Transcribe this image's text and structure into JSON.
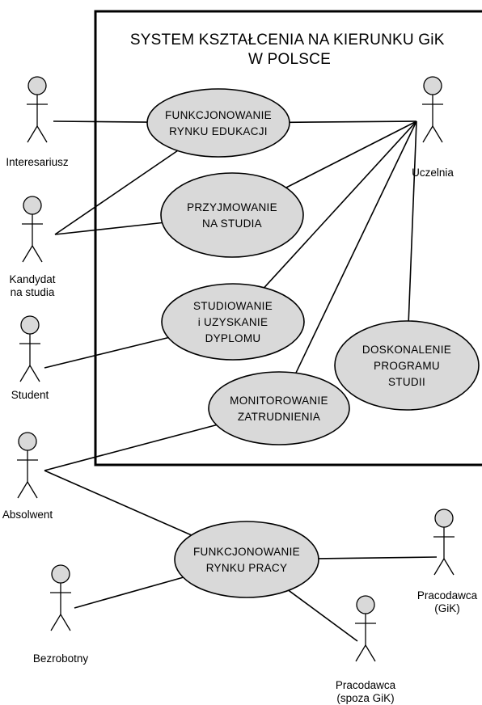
{
  "system": {
    "title_lines": [
      "SYSTEM KSZTAŁCENIA NA KIERUNKU GiK",
      "W POLSCE"
    ]
  },
  "use_cases": [
    {
      "id": "rynek_edukacji",
      "lines": [
        "FUNKCJONOWANIE",
        "RYNKU EDUKACJI"
      ]
    },
    {
      "id": "przyjmowanie",
      "lines": [
        "PRZYJMOWANIE",
        "NA STUDIA"
      ]
    },
    {
      "id": "studiowanie",
      "lines": [
        "STUDIOWANIE",
        "i UZYSKANIE",
        "DYPLOMU"
      ]
    },
    {
      "id": "doskonalenie",
      "lines": [
        "DOSKONALENIE",
        "PROGRAMU",
        "STUDII"
      ]
    },
    {
      "id": "monitorowanie",
      "lines": [
        "MONITOROWANIE",
        "ZATRUDNIENIA"
      ]
    },
    {
      "id": "rynek_pracy",
      "lines": [
        "FUNKCJONOWANIE",
        "RYNKU PRACY"
      ]
    }
  ],
  "actors": [
    {
      "id": "interesariusz",
      "lines": [
        "Interesariusz"
      ]
    },
    {
      "id": "kandydat",
      "lines": [
        "Kandydat",
        "na studia"
      ]
    },
    {
      "id": "student",
      "lines": [
        "Student"
      ]
    },
    {
      "id": "absolwent",
      "lines": [
        "Absolwent"
      ]
    },
    {
      "id": "bezrobotny",
      "lines": [
        "Bezrobotny"
      ]
    },
    {
      "id": "uczelnia",
      "lines": [
        "Uczelnia"
      ]
    },
    {
      "id": "pracodawca_gik",
      "lines": [
        "Pracodawca",
        "(GiK)"
      ]
    },
    {
      "id": "pracodawca_spoza",
      "lines": [
        "Pracodawca",
        "(spoza GiK)"
      ]
    }
  ],
  "associations": [
    [
      "interesariusz",
      "rynek_edukacji"
    ],
    [
      "kandydat",
      "rynek_edukacji"
    ],
    [
      "kandydat",
      "przyjmowanie"
    ],
    [
      "student",
      "studiowanie"
    ],
    [
      "absolwent",
      "monitorowanie"
    ],
    [
      "absolwent",
      "rynek_pracy"
    ],
    [
      "bezrobotny",
      "rynek_pracy"
    ],
    [
      "uczelnia",
      "rynek_edukacji"
    ],
    [
      "uczelnia",
      "przyjmowanie"
    ],
    [
      "uczelnia",
      "studiowanie"
    ],
    [
      "uczelnia",
      "monitorowanie"
    ],
    [
      "uczelnia",
      "doskonalenie"
    ],
    [
      "pracodawca_gik",
      "rynek_pracy"
    ],
    [
      "pracodawca_spoza",
      "rynek_pracy"
    ]
  ]
}
